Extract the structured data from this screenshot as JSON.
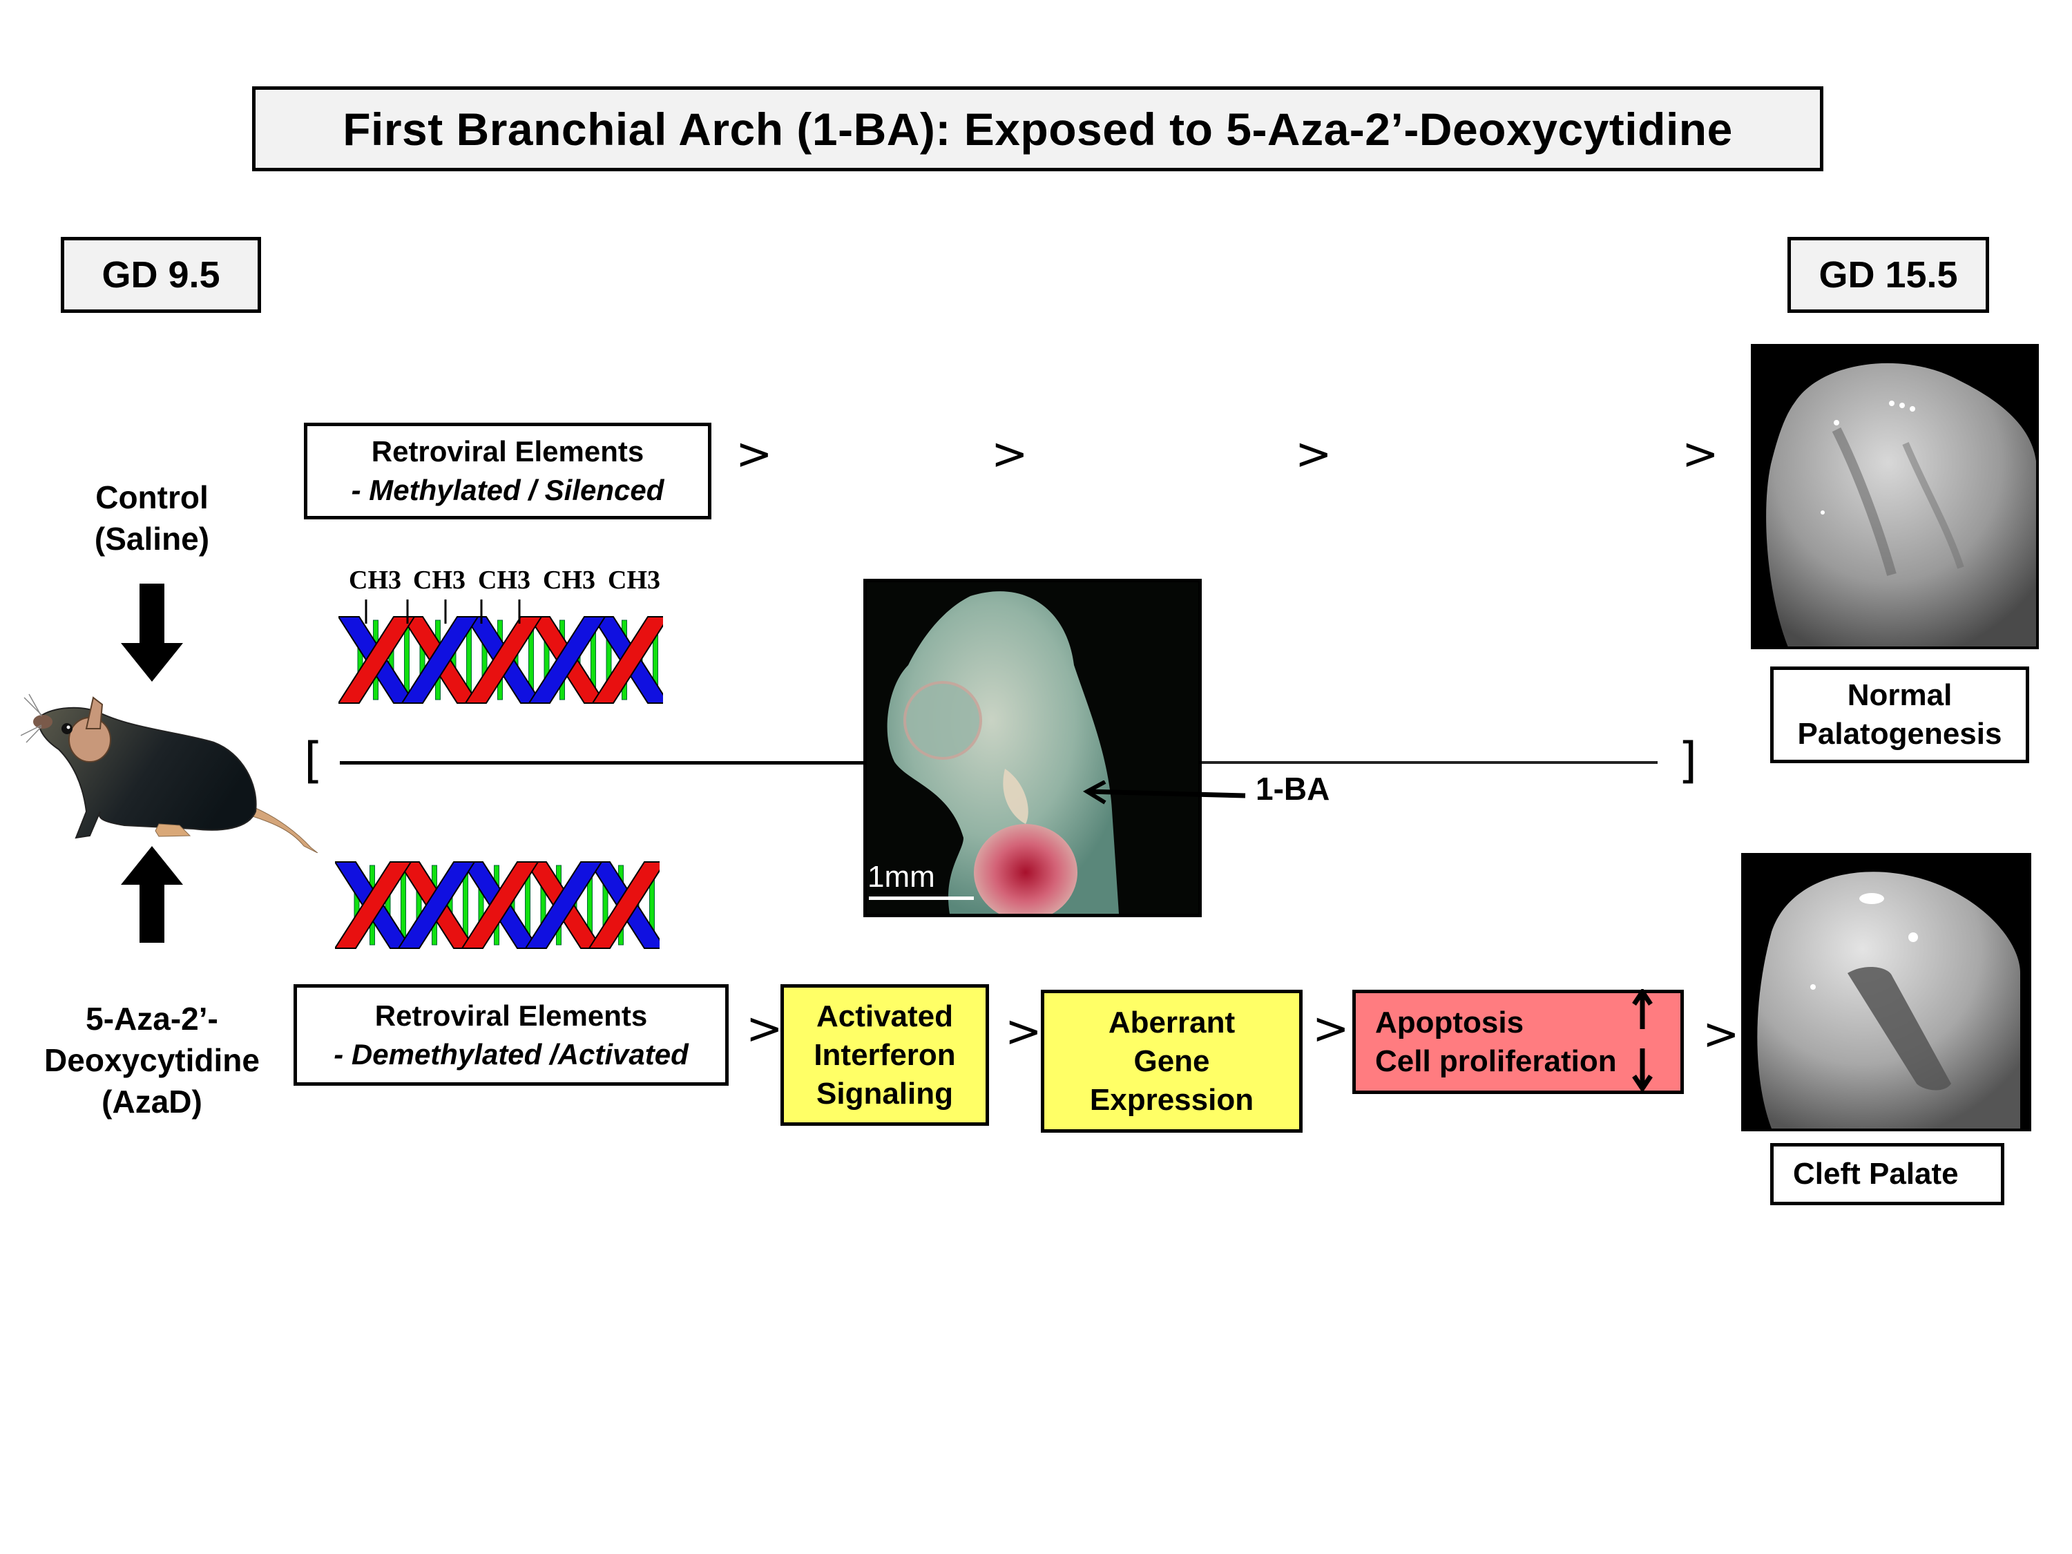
{
  "title": "First Branchial Arch (1-BA): Exposed to 5-Aza-2’-Deoxycytidine",
  "timepoints": {
    "start": "GD 9.5",
    "end": "GD 15.5"
  },
  "groups": {
    "control": {
      "line1": "Control",
      "line2": "(Saline)"
    },
    "treated": {
      "line1": "5-Aza-2’-",
      "line2": "Deoxycytidine",
      "line3": "(AzaD)"
    }
  },
  "control_pathway": {
    "retroviral": {
      "line1": "Retroviral Elements",
      "line2": "- Methylated / Silenced"
    },
    "arrows": [
      ">",
      ">",
      ">",
      ">"
    ],
    "outcome": {
      "line1": "Normal",
      "line2": "Palatogenesis"
    }
  },
  "treated_pathway": {
    "retroviral": {
      "line1": "Retroviral Elements",
      "line2": "- Demethylated /Activated"
    },
    "arrows": [
      ">",
      ">",
      ">",
      ">"
    ],
    "steps": [
      {
        "lines": [
          "Activated",
          "Interferon",
          "Signaling"
        ],
        "color": "#ffff66"
      },
      {
        "lines": [
          "Aberrant",
          "Gene",
          "Expression"
        ],
        "color": "#ffff66"
      },
      {
        "lines": [
          "Apoptosis",
          "Cell proliferation"
        ],
        "indicators": [
          "up",
          "down"
        ],
        "color": "#ff7c80"
      }
    ],
    "outcome": "Cleft Palate"
  },
  "methyl_labels": [
    "CH3",
    "CH3",
    "CH3",
    "CH3",
    "CH3"
  ],
  "embryo": {
    "pointer_label": "1-BA",
    "scale_label": "1mm"
  },
  "brackets": {
    "left": "[",
    "right": "]"
  },
  "colors": {
    "dna_strand_a": "#1010e0",
    "dna_strand_b": "#e81010",
    "dna_base": "#10e010",
    "title_bg": "#f2f2f2",
    "highlight_yellow": "#ffff66",
    "highlight_red": "#ff7c80"
  }
}
